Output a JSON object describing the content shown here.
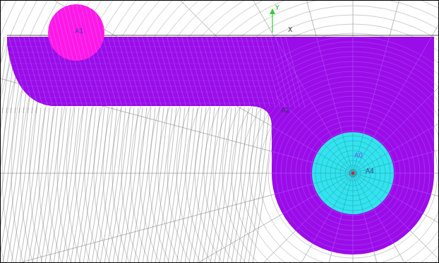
{
  "diagram": {
    "nodes": [
      {
        "text": [
          "A1"
        ]
      },
      {
        "text": [
          "A2"
        ]
      },
      {
        "text": [
          "A0"
        ],
        "in": 1
      }
    ],
    "labels": [
      "Y",
      "X",
      "A4"
    ]
  }
}
